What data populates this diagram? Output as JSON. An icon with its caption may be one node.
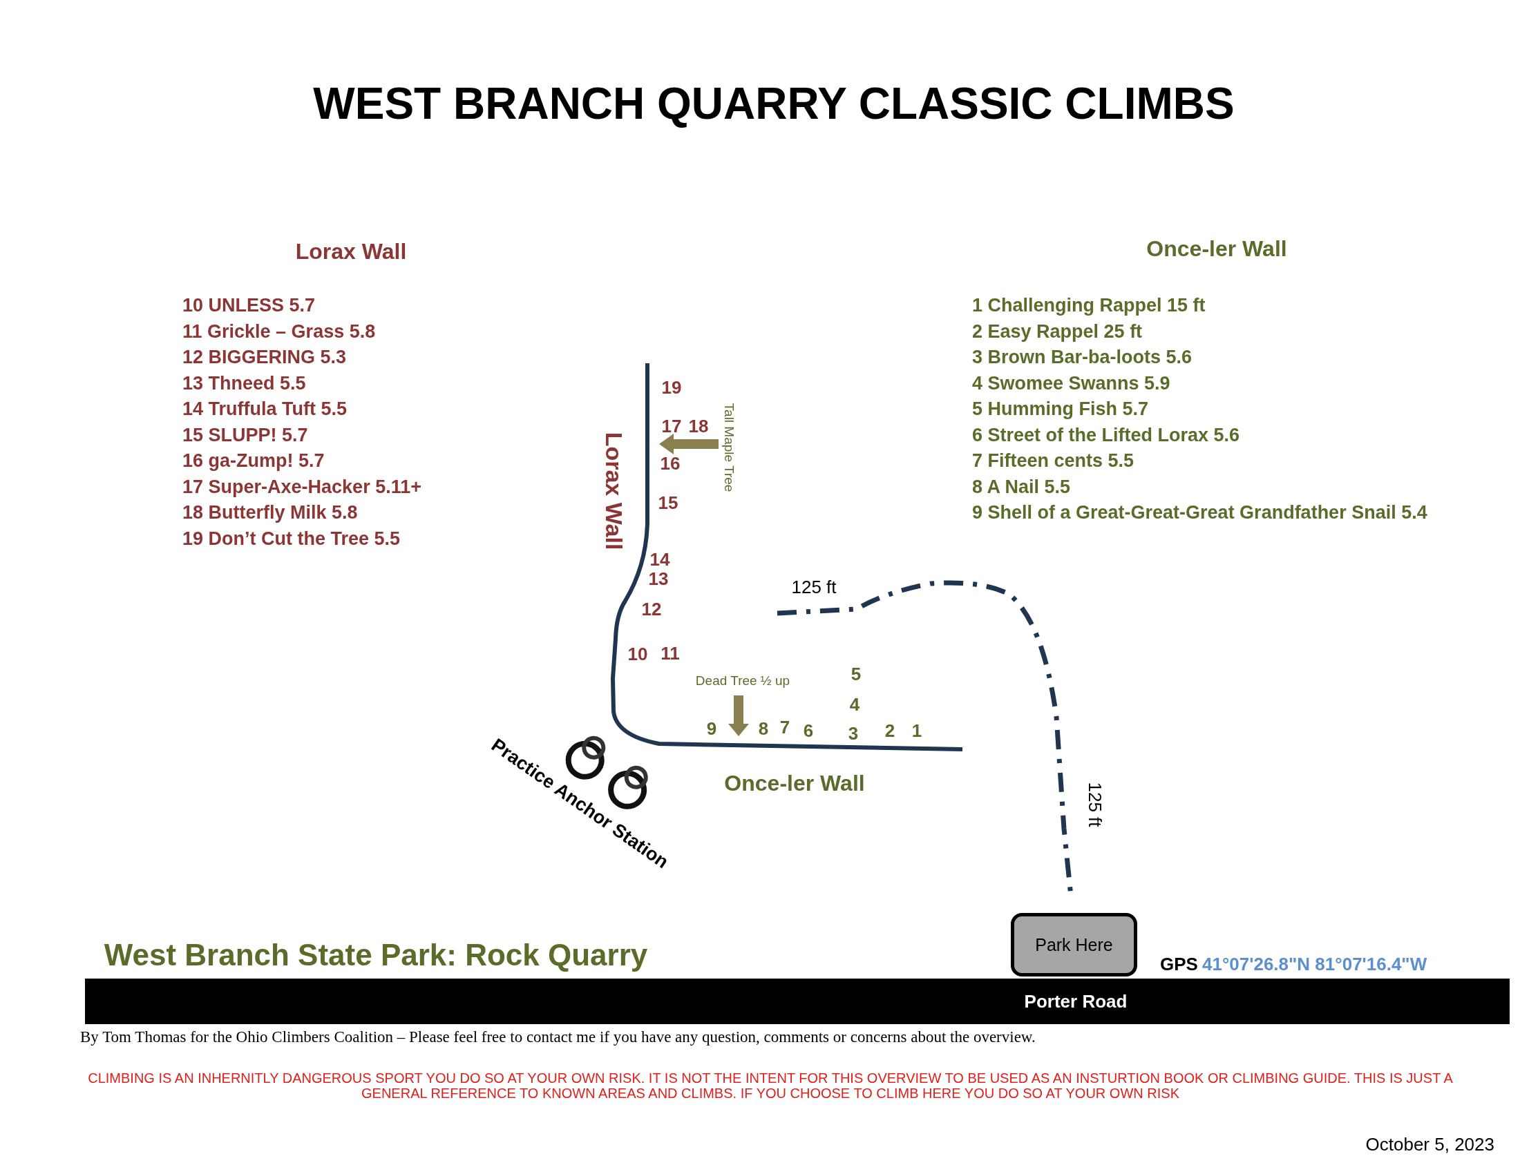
{
  "diagram": {
    "title": "WEST BRANCH QUARRY CLASSIC CLIMBS",
    "nodes": [
      {
        "text": [
          "Park Here"
        ]
      }
    ],
    "edges": [],
    "labels": [
      "Lorax Wall",
      "Once-ler Wall",
      "10 UNLESS 5.7",
      "11 Grickle – Grass 5.8",
      "12 BIGGERING 5.3",
      "13 Thneed 5.5",
      "14 Truffula Tuft 5.5",
      "15 SLUPP! 5.7",
      "16 ga-Zump! 5.7",
      "17 Super-Axe-Hacker 5.11+",
      "18 Butterfly Milk 5.8",
      "19 Don’t Cut the Tree 5.5",
      "1 Challenging Rappel 15 ft",
      "2 Easy Rappel 25 ft",
      "3 Brown Bar-ba-loots 5.6",
      "4 Swomee Swanns 5.9",
      "5 Humming Fish 5.7",
      "6 Street of the Lifted Lorax 5.6",
      "7 Fifteen cents 5.5",
      "8 A Nail 5.5",
      "9 Shell of a Great-Great-Great Grandfather Snail 5.4",
      "19",
      "17",
      "18",
      "Tall Maple Tree",
      "16",
      "Lorax Wall",
      "15",
      "14",
      "13",
      "125 ft",
      "12",
      "10",
      "11",
      "5",
      "Dead Tree ½ up",
      "4",
      "9",
      "8",
      "7",
      "6",
      "3",
      "2",
      "1",
      "Practice Anchor Station",
      "Once-ler Wall",
      "125 ft",
      "West Branch State Park: Rock Quarry",
      "GPS",
      "41°07'26.8\"N 81°07'16.4\"W",
      "Porter Road",
      "By Tom Thomas for the Ohio Climbers Coalition – Please feel free to contact me if you have any question, comments or concerns about the overview.",
      "CLIMBING IS AN INHERNITLY DANGEROUS SPORT YOU DO SO AT YOUR OWN RISK. IT IS NOT THE INTENT FOR THIS OVERVIEW TO BE USED AS AN INSTURTION BOOK OR CLIMBING GUIDE. THIS IS JUST A GENERAL REFERENCE TO KNOWN AREAS AND CLIMBS. IF YOU CHOOSE TO CLIMB HERE YOU DO SO AT YOUR OWN RISK",
      "October 5, 2023"
    ]
  }
}
